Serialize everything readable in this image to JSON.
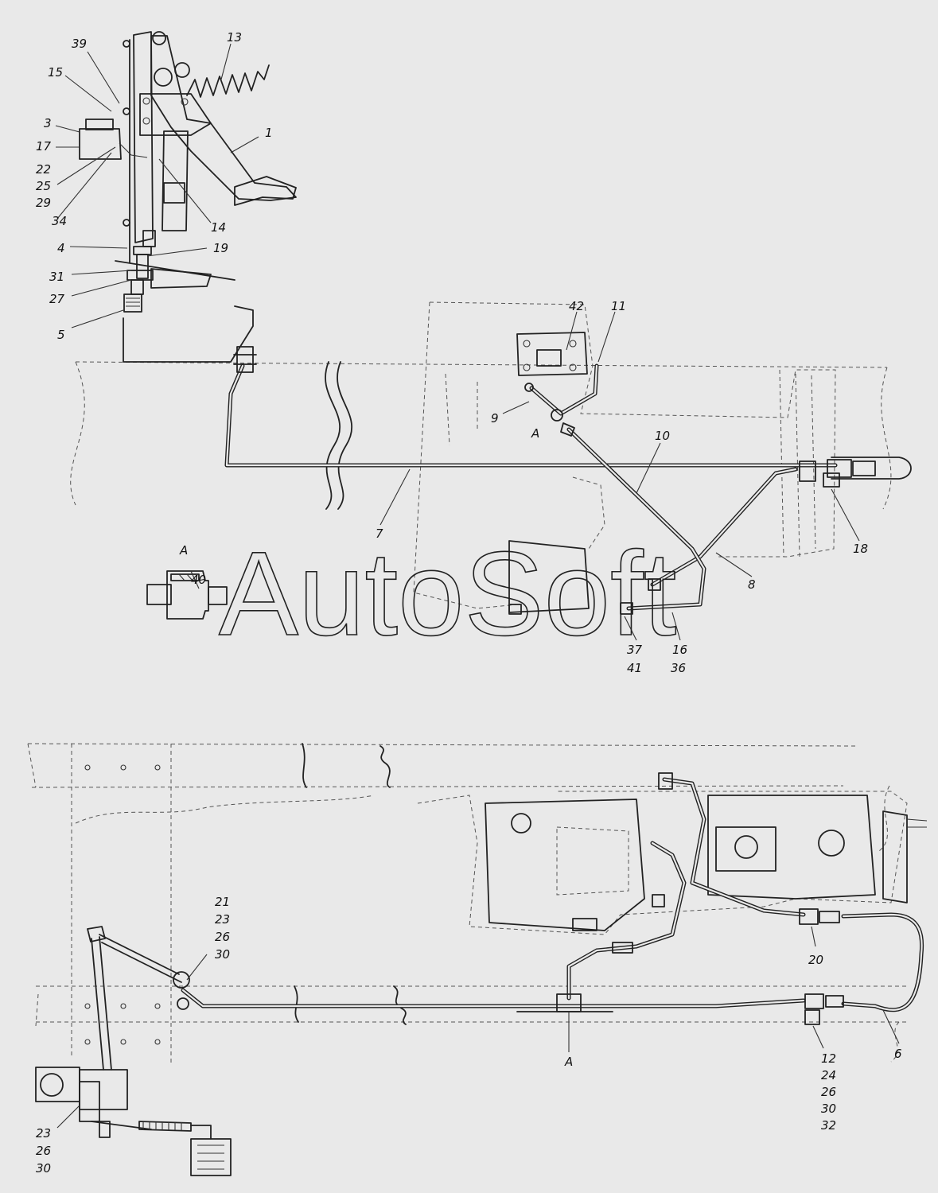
{
  "watermark": "AutoSoft",
  "view_marker": "A",
  "labels": {
    "p39": "39",
    "p13": "13",
    "p15": "15",
    "p3": "3",
    "p17": "17",
    "p1": "1",
    "p22": "22",
    "p25": "25",
    "p29": "29",
    "p34": "34",
    "p14": "14",
    "p4": "4",
    "p19": "19",
    "p31": "31",
    "p27": "27",
    "p5": "5",
    "p42": "42",
    "p11": "11",
    "p9": "9",
    "p10": "10",
    "p7": "7",
    "p18": "18",
    "p8": "8",
    "p40": "40",
    "p37": "37",
    "p41": "41",
    "p16": "16",
    "p36": "36",
    "p21": "21",
    "p23a": "23",
    "p26a": "26",
    "p30a": "30",
    "p20": "20",
    "p6": "6",
    "p12": "12",
    "p24": "24",
    "p26b": "26",
    "p30b": "30",
    "p32": "32",
    "p23b": "23",
    "p26c": "26",
    "p30c": "30"
  }
}
